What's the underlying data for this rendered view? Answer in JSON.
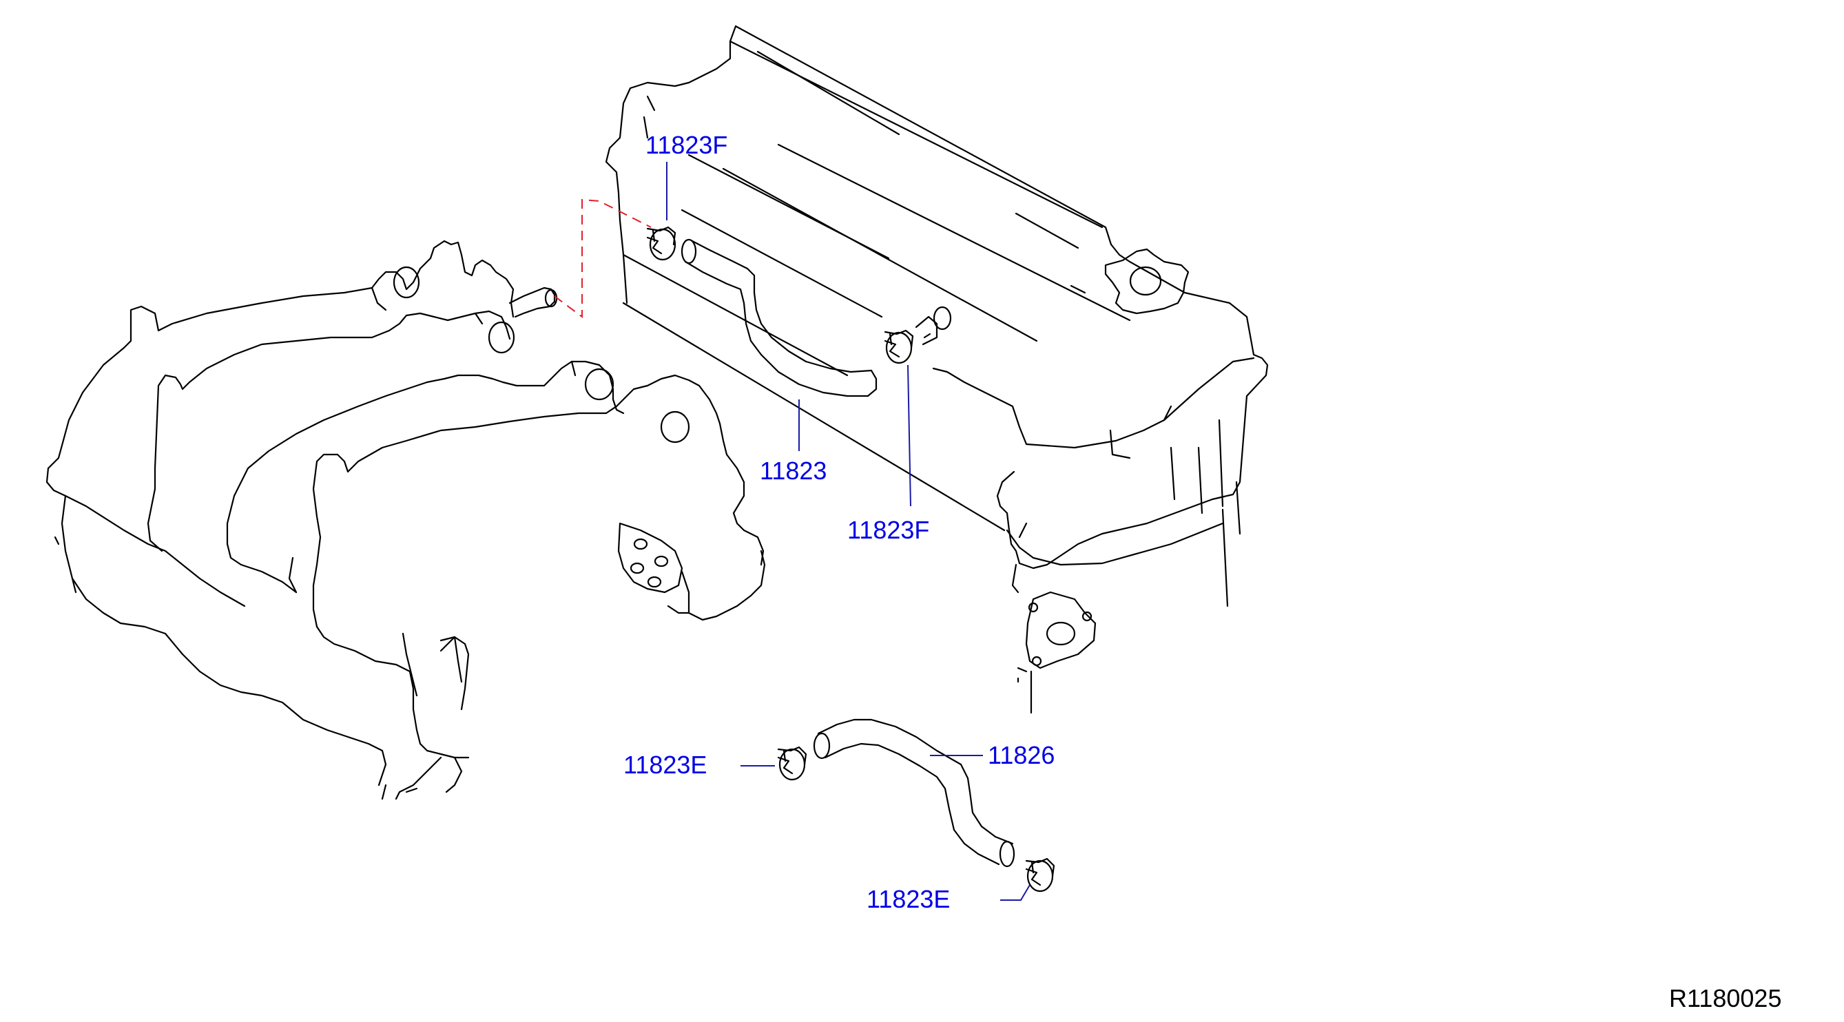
{
  "callouts": {
    "clamp_f_top": "11823F",
    "hose_upper": "11823",
    "clamp_f_lower": "11823F",
    "clamp_e_left": "11823E",
    "hose_lower": "11826",
    "clamp_e_bottom": "11823E"
  },
  "diagram_ref": "R1180025",
  "colors": {
    "linework": "#000000",
    "callout_text": "#0000e6",
    "leader": "#1a1aa6",
    "phantom_line": "#e0202a"
  }
}
